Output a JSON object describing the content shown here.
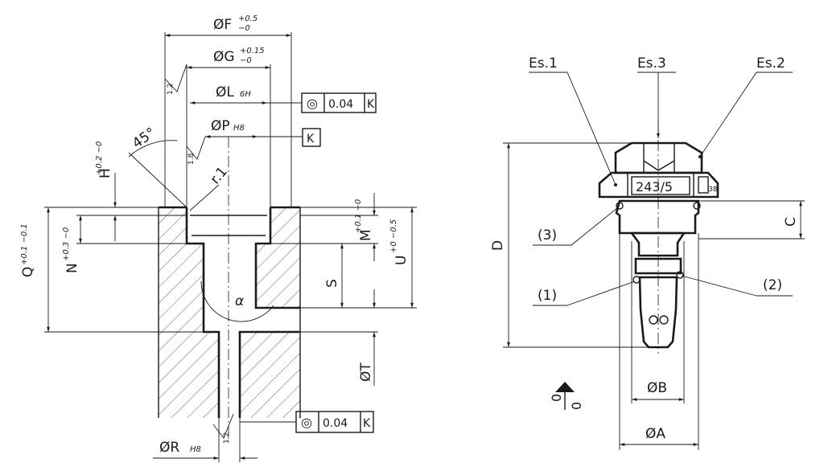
{
  "left_drawing": {
    "dim_F": {
      "label": "ØF",
      "tol_upper": "+0.5",
      "tol_lower": "−0"
    },
    "dim_G": {
      "label": "ØG",
      "tol_upper": "+0.15",
      "tol_lower": "−0"
    },
    "dim_L": {
      "label": "ØL",
      "fit": "6H"
    },
    "dim_P": {
      "label": "ØP",
      "fit": "H8"
    },
    "dim_R": {
      "label": "ØR",
      "fit": "H8"
    },
    "dim_T": {
      "label": "ØT"
    },
    "dim_H": {
      "label": "H",
      "tol": "+0.2 −0"
    },
    "dim_Q": {
      "label": "Q",
      "tol": "+0.1 −0.1"
    },
    "dim_N": {
      "label": "N",
      "tol": "+0.3 −0"
    },
    "dim_M": {
      "label": "M",
      "tol": "+0.1 −0"
    },
    "dim_U": {
      "label": "U",
      "tol": "+0 −0.5"
    },
    "dim_S": {
      "label": "S"
    },
    "angle_45": "45°",
    "angle_alpha": "α",
    "radius": "r.1",
    "roughness_1": "1.2",
    "roughness_2": "1.8",
    "roughness_3": "1.2",
    "tol_frame_top": {
      "symbol": "◎",
      "value": "0.04",
      "datum": "K"
    },
    "tol_frame_bottom": {
      "symbol": "◎",
      "value": "0.04",
      "datum": "K"
    },
    "datum_K": "K"
  },
  "right_drawing": {
    "es1": "Es.1",
    "es2": "Es.2",
    "es3": "Es.3",
    "marking": "243/5",
    "logo_code": "38",
    "callout_1": "(1)",
    "callout_2": "(2)",
    "callout_3": "(3)",
    "dim_A": "ØA",
    "dim_B": "ØB",
    "dim_C": "C",
    "dim_D": "D",
    "direction_symbol_top": "0",
    "direction_symbol_bottom": "0"
  }
}
